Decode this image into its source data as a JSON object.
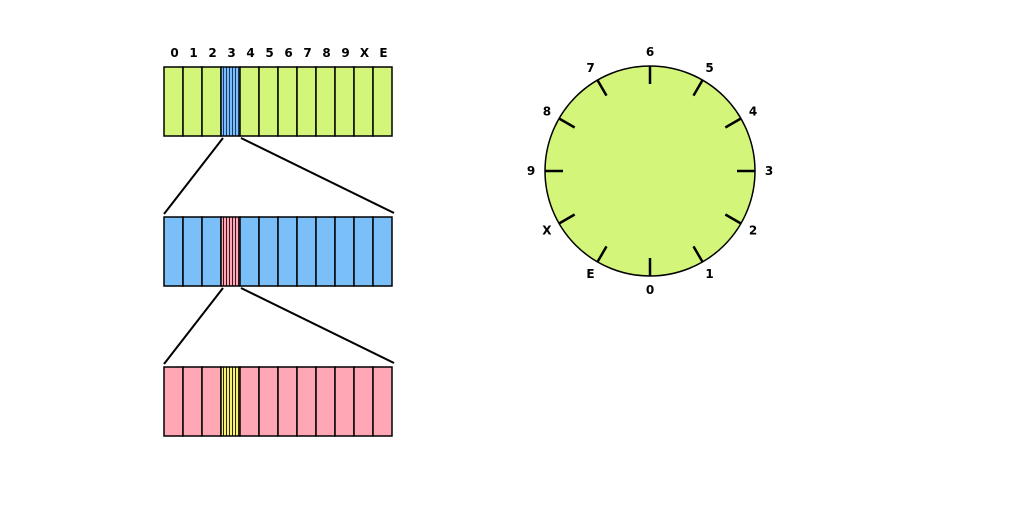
{
  "digit_labels": [
    "0",
    "1",
    "2",
    "3",
    "4",
    "5",
    "6",
    "7",
    "8",
    "9",
    "X",
    "E"
  ],
  "strips": [
    {
      "id": "top",
      "fill": "#d3f57a",
      "highlight_index": 3,
      "hatch_color": "#1a3a6e",
      "hatch_bg": "#7bbff8"
    },
    {
      "id": "middle",
      "fill": "#7bbff8",
      "highlight_index": 3,
      "hatch_color": "#3a1420",
      "hatch_bg": "#ffa7b5"
    },
    {
      "id": "bottom",
      "fill": "#ffa7b5",
      "highlight_index": 3,
      "hatch_color": "#2a2a00",
      "hatch_bg": "#f8f07a"
    }
  ],
  "clock": {
    "fill": "#d3f57a",
    "labels": [
      "0",
      "1",
      "2",
      "3",
      "4",
      "5",
      "6",
      "7",
      "8",
      "9",
      "X",
      "E"
    ]
  },
  "colors": {
    "stroke": "#000000"
  }
}
